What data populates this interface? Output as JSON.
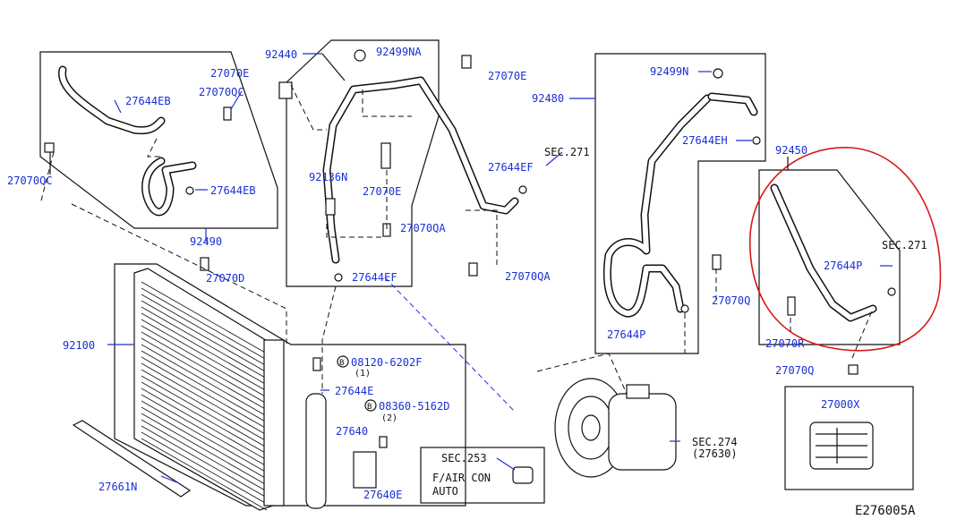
{
  "diagram_id": "E276005A",
  "highlight_color": "#d81818",
  "label_color": "#1a2fd6",
  "labels": {
    "p92440": "92440",
    "p92499NA": "92499NA",
    "p27070E_top": "27070E",
    "p27070E_right": "27070E",
    "p27070QC_top": "27070QC",
    "p27644EB_top": "27644EB",
    "p27070QC_left": "27070QC",
    "p27644EB_bot": "27644EB",
    "p92490": "92490",
    "p92136N": "92136N",
    "p27070E_mid": "27070E",
    "p27070QA_a": "27070QA",
    "p27644EF_a": "27644EF",
    "p27644EF_b": "27644EF",
    "p27070QA_b": "27070QA",
    "sec271_a": "SEC.271",
    "p92499N": "92499N",
    "p92480": "92480",
    "p27644EH": "27644EH",
    "p92450": "92450",
    "sec271_b": "SEC.271",
    "p27644P_a": "27644P",
    "p27644P_b": "27644P",
    "p27070Q_a": "27070Q",
    "p27070R": "27070R",
    "p27070Q_b": "27070Q",
    "p27000X": "27000X",
    "p27070D": "27070D",
    "p92100": "92100",
    "bolt1": "08120-6202F",
    "bolt1_qty": "(1)",
    "p27644E": "27644E",
    "bolt2": "08360-5162D",
    "bolt2_qty": "(2)",
    "p27640": "27640",
    "p27640E": "27640E",
    "sec253": "SEC.253",
    "faircon": "F/AIR CON",
    "auto": "AUTO",
    "sec274": "SEC.274",
    "sec274_sub": "(27630)",
    "p27661N": "27661N",
    "b_letter": "B"
  }
}
